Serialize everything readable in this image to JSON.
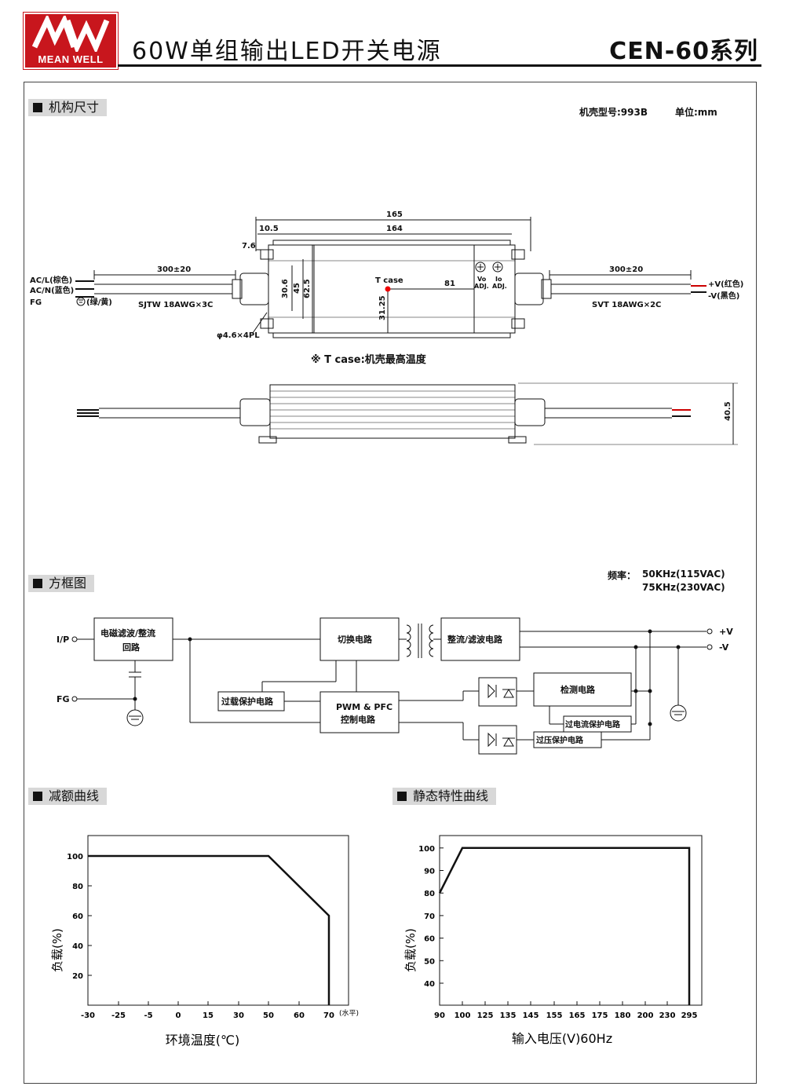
{
  "header": {
    "logo_text": "MEAN WELL",
    "title": "60W单组输出LED开关电源",
    "model": "CEN-60系列"
  },
  "mechanical": {
    "heading": "机构尺寸",
    "case_info": "机壳型号:993B",
    "unit": "单位:mm",
    "dims": {
      "overall": "165",
      "body": "164",
      "d10_5": "10.5",
      "d7_6": "7.6",
      "cable_in": "300±20",
      "cable_out": "300±20",
      "h30_6": "30.6",
      "h45": "45",
      "h62_5": "62.5",
      "h31_25": "31.25",
      "d81": "81",
      "height": "40.5",
      "hole": "φ4.6×4PL"
    },
    "labels": {
      "acl": "AC/L(棕色)",
      "acn": "AC/N(蓝色)",
      "fg": "FG",
      "fg_suffix": "(绿/黄)",
      "cable_in_spec": "SJTW 18AWG×3C",
      "cable_out_spec": "SVT 18AWG×2C",
      "vplus": "+V(红色)",
      "vminus": "-V(黑色)",
      "tcase": "T case",
      "vo_adj": "Vo",
      "io_adj": "Io",
      "adj": "ADJ."
    },
    "tcase_note": "※ T case:机壳最高温度"
  },
  "block_diagram": {
    "heading": "方框图",
    "freq_label": "频率：",
    "freq_1": "50KHz(115VAC)",
    "freq_2": "75KHz(230VAC)",
    "ip": "I/P",
    "fg": "FG",
    "vplus": "+V",
    "vminus": "-V",
    "emi": [
      "电磁滤波/整流",
      "回路"
    ],
    "switch": "切换电路",
    "rectifier": "整流/滤波电路",
    "olp": "过载保护电路",
    "pwm": [
      "PWM & PFC",
      "控制电路"
    ],
    "detect": "检测电路",
    "ocp": "过电流保护电路",
    "ovp": "过压保护电路"
  },
  "derating": {
    "heading": "减额曲线",
    "chart_data": {
      "type": "line",
      "xlabel": "环境温度(℃)",
      "ylabel": "负载(%)",
      "x_unit": "(水平)",
      "x_ticks": [
        "-30",
        "-25",
        "-5",
        "0",
        "15",
        "30",
        "50",
        "60",
        "70"
      ],
      "y_ticks": [
        "100",
        "80",
        "60",
        "40",
        "20"
      ],
      "series": [
        {
          "points": [
            [
              -30,
              100
            ],
            [
              50,
              100
            ],
            [
              70,
              60
            ],
            [
              70,
              0
            ]
          ]
        }
      ],
      "grid": false
    }
  },
  "static": {
    "heading": "静态特性曲线",
    "chart_data": {
      "type": "line",
      "xlabel": "输入电压(V)60Hz",
      "ylabel": "负载(%)",
      "x_ticks": [
        "90",
        "100",
        "125",
        "135",
        "145",
        "155",
        "165",
        "175",
        "180",
        "200",
        "230",
        "295"
      ],
      "y_ticks": [
        "100",
        "90",
        "80",
        "70",
        "60",
        "50",
        "40"
      ],
      "series": [
        {
          "points": [
            [
              90,
              80
            ],
            [
              100,
              100
            ],
            [
              295,
              100
            ],
            [
              295,
              0
            ]
          ]
        }
      ],
      "grid": false
    }
  }
}
